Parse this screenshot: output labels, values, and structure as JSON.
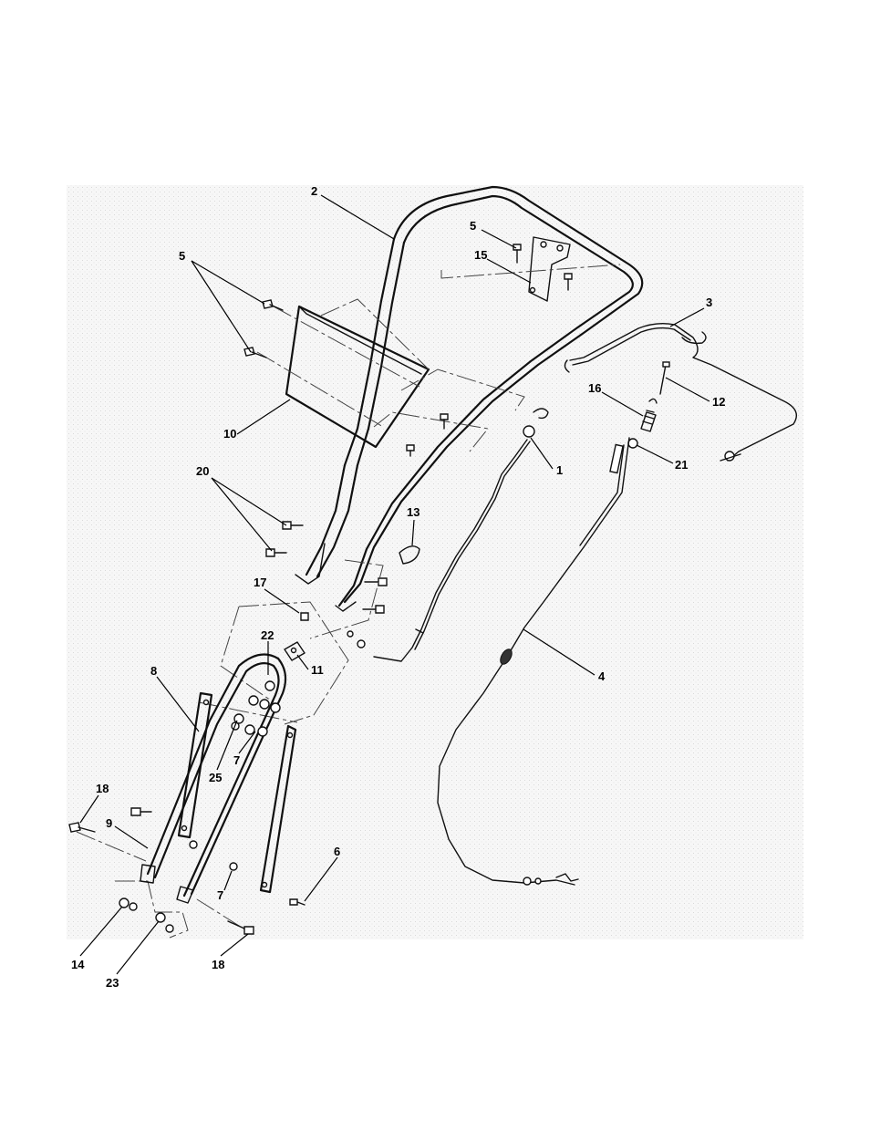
{
  "diagram": {
    "callouts": [
      {
        "id": "c2",
        "label": "2"
      },
      {
        "id": "c5a",
        "label": "5"
      },
      {
        "id": "c15",
        "label": "15"
      },
      {
        "id": "c5b",
        "label": "5"
      },
      {
        "id": "c3",
        "label": "3"
      },
      {
        "id": "c16",
        "label": "16"
      },
      {
        "id": "c12",
        "label": "12"
      },
      {
        "id": "c21",
        "label": "21"
      },
      {
        "id": "c1",
        "label": "1"
      },
      {
        "id": "c10",
        "label": "10"
      },
      {
        "id": "c20",
        "label": "20"
      },
      {
        "id": "c13",
        "label": "13"
      },
      {
        "id": "c17",
        "label": "17"
      },
      {
        "id": "c22",
        "label": "22"
      },
      {
        "id": "c11",
        "label": "11"
      },
      {
        "id": "c8",
        "label": "8"
      },
      {
        "id": "c25",
        "label": "25"
      },
      {
        "id": "c7a",
        "label": "7"
      },
      {
        "id": "c4",
        "label": "4"
      },
      {
        "id": "c18a",
        "label": "18"
      },
      {
        "id": "c9",
        "label": "9"
      },
      {
        "id": "c6",
        "label": "6"
      },
      {
        "id": "c7b",
        "label": "7"
      },
      {
        "id": "c14",
        "label": "14"
      },
      {
        "id": "c23",
        "label": "23"
      },
      {
        "id": "c18b",
        "label": "18"
      }
    ]
  }
}
